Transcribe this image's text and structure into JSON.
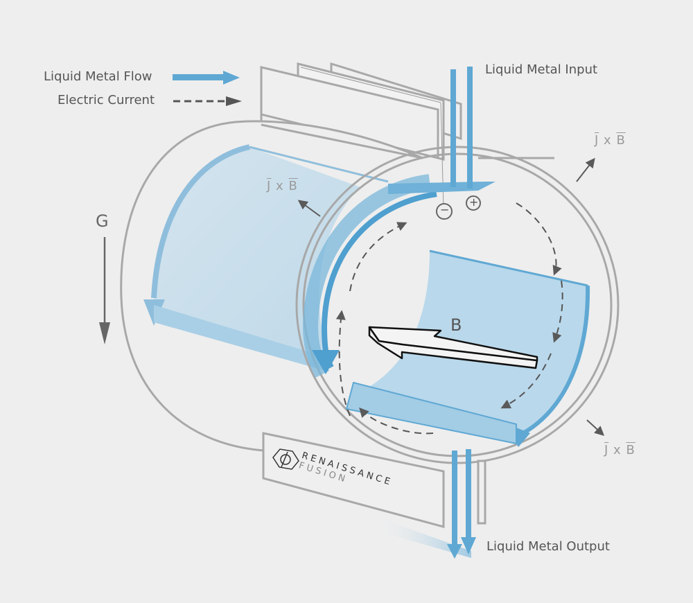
{
  "legend": {
    "items": [
      {
        "label": "Liquid Metal Flow",
        "style": "solid-blue-arrow"
      },
      {
        "label": "Electric Current",
        "style": "dashed-dark-arrow"
      }
    ]
  },
  "labels": {
    "input": "Liquid Metal Input",
    "output": "Liquid Metal Output",
    "gravity": "G",
    "magnetic_field": "B",
    "force_j": "J",
    "force_x": "x",
    "force_b": "B",
    "minus": "−",
    "plus": "+"
  },
  "brand": {
    "name": "RENAISSANCE",
    "sub": "FUSION",
    "icon": "hexagon-logo-icon"
  },
  "colors": {
    "background": "#eeeeee",
    "flow_blue": "#5fa8d3",
    "flow_fill": "#a9cfe6",
    "outline": "#a8a8a8",
    "current": "#555555"
  }
}
